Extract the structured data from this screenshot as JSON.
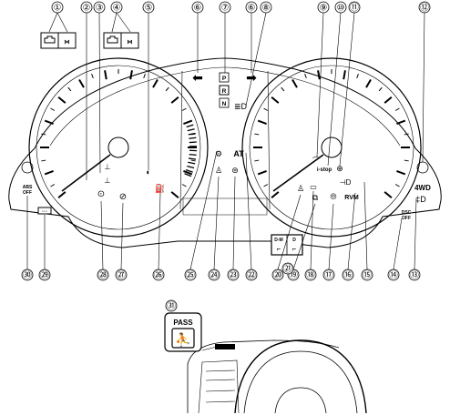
{
  "callouts": [
    {
      "n": "1",
      "label": "①"
    },
    {
      "n": "2",
      "label": "②"
    },
    {
      "n": "3",
      "label": "③"
    },
    {
      "n": "4",
      "label": "④"
    },
    {
      "n": "5",
      "label": "⑤"
    },
    {
      "n": "6a",
      "label": "⑥"
    },
    {
      "n": "7",
      "label": "⑦"
    },
    {
      "n": "6b",
      "label": "⑥"
    },
    {
      "n": "8",
      "label": "⑧"
    },
    {
      "n": "9",
      "label": "⑨"
    },
    {
      "n": "10",
      "label": "⑩"
    },
    {
      "n": "11",
      "label": "⑪"
    },
    {
      "n": "12",
      "label": "⑫"
    },
    {
      "n": "13",
      "label": "⑬"
    },
    {
      "n": "14",
      "label": "⑭"
    },
    {
      "n": "15",
      "label": "⑮"
    },
    {
      "n": "16",
      "label": "⑯"
    },
    {
      "n": "17",
      "label": "⑰"
    },
    {
      "n": "18",
      "label": "⑱"
    },
    {
      "n": "19",
      "label": "⑲"
    },
    {
      "n": "20",
      "label": "⑳"
    },
    {
      "n": "21",
      "label": "㉑"
    },
    {
      "n": "22",
      "label": "㉒"
    },
    {
      "n": "23",
      "label": "㉓"
    },
    {
      "n": "24",
      "label": "㉔"
    },
    {
      "n": "25",
      "label": "㉕"
    },
    {
      "n": "26",
      "label": "㉖"
    },
    {
      "n": "27",
      "label": "㉗"
    },
    {
      "n": "28",
      "label": "㉘"
    },
    {
      "n": "29",
      "label": "㉙"
    },
    {
      "n": "30",
      "label": "㉚"
    },
    {
      "n": "31",
      "label": "㉛"
    }
  ],
  "indicators": {
    "at": "AT",
    "istop": "i-stop",
    "rvm": "RVM",
    "fourwd": "4WD",
    "abs_line1": "ABS",
    "abs_line2": "OFF",
    "dsc_line1": "DSC",
    "dsc_line2": "OFF",
    "gear_p": "P",
    "gear_r": "R",
    "gear_n": "N",
    "mode_dm": "D-M",
    "mode_d": "D",
    "pass": "PASS"
  }
}
